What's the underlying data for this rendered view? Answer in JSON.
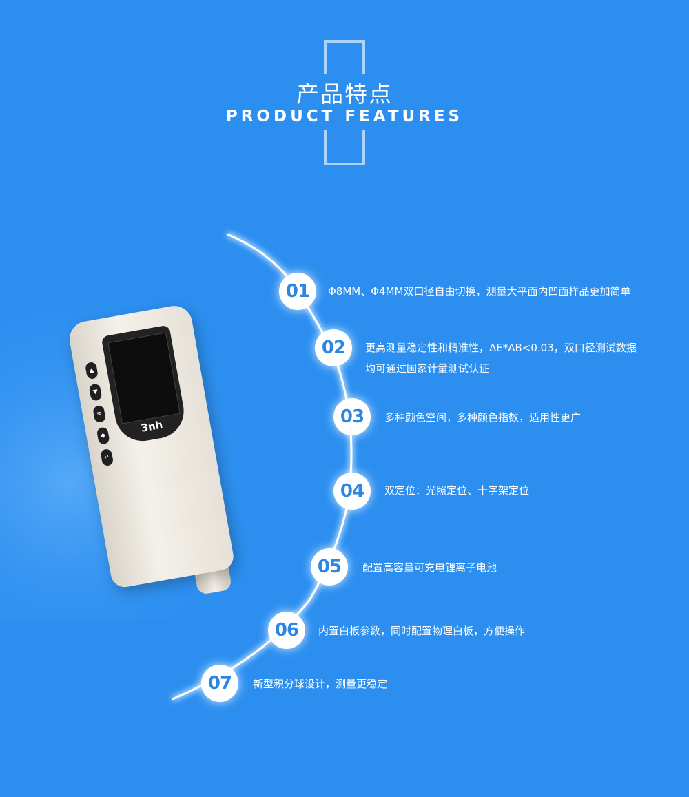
{
  "header": {
    "title_cn": "产品特点",
    "title_en": "PRODUCT FEATURES"
  },
  "device": {
    "logo": "3nh"
  },
  "features": [
    {
      "num": "01",
      "lines": [
        "Φ8MM、Φ4MM双口径自由切换，测量大平面内凹面样品更加简单"
      ]
    },
    {
      "num": "02",
      "lines": [
        "更高测量稳定性和精准性，ΔE*AB<0.03，双口径测试数据",
        "均可通过国家计量测试认证"
      ]
    },
    {
      "num": "03",
      "lines": [
        "多种颜色空间，多种颜色指数，适用性更广"
      ]
    },
    {
      "num": "04",
      "lines": [
        "双定位：光照定位、十字架定位"
      ]
    },
    {
      "num": "05",
      "lines": [
        "配置高容量可充电锂离子电池"
      ]
    },
    {
      "num": "06",
      "lines": [
        "内置白板参数，同时配置物理白板，方便操作"
      ]
    },
    {
      "num": "07",
      "lines": [
        "新型积分球设计，测量更稳定"
      ]
    }
  ],
  "colors": {
    "background": "#2c8ff0",
    "number_text": "#2d86e2",
    "frame": "#acd3fb"
  }
}
